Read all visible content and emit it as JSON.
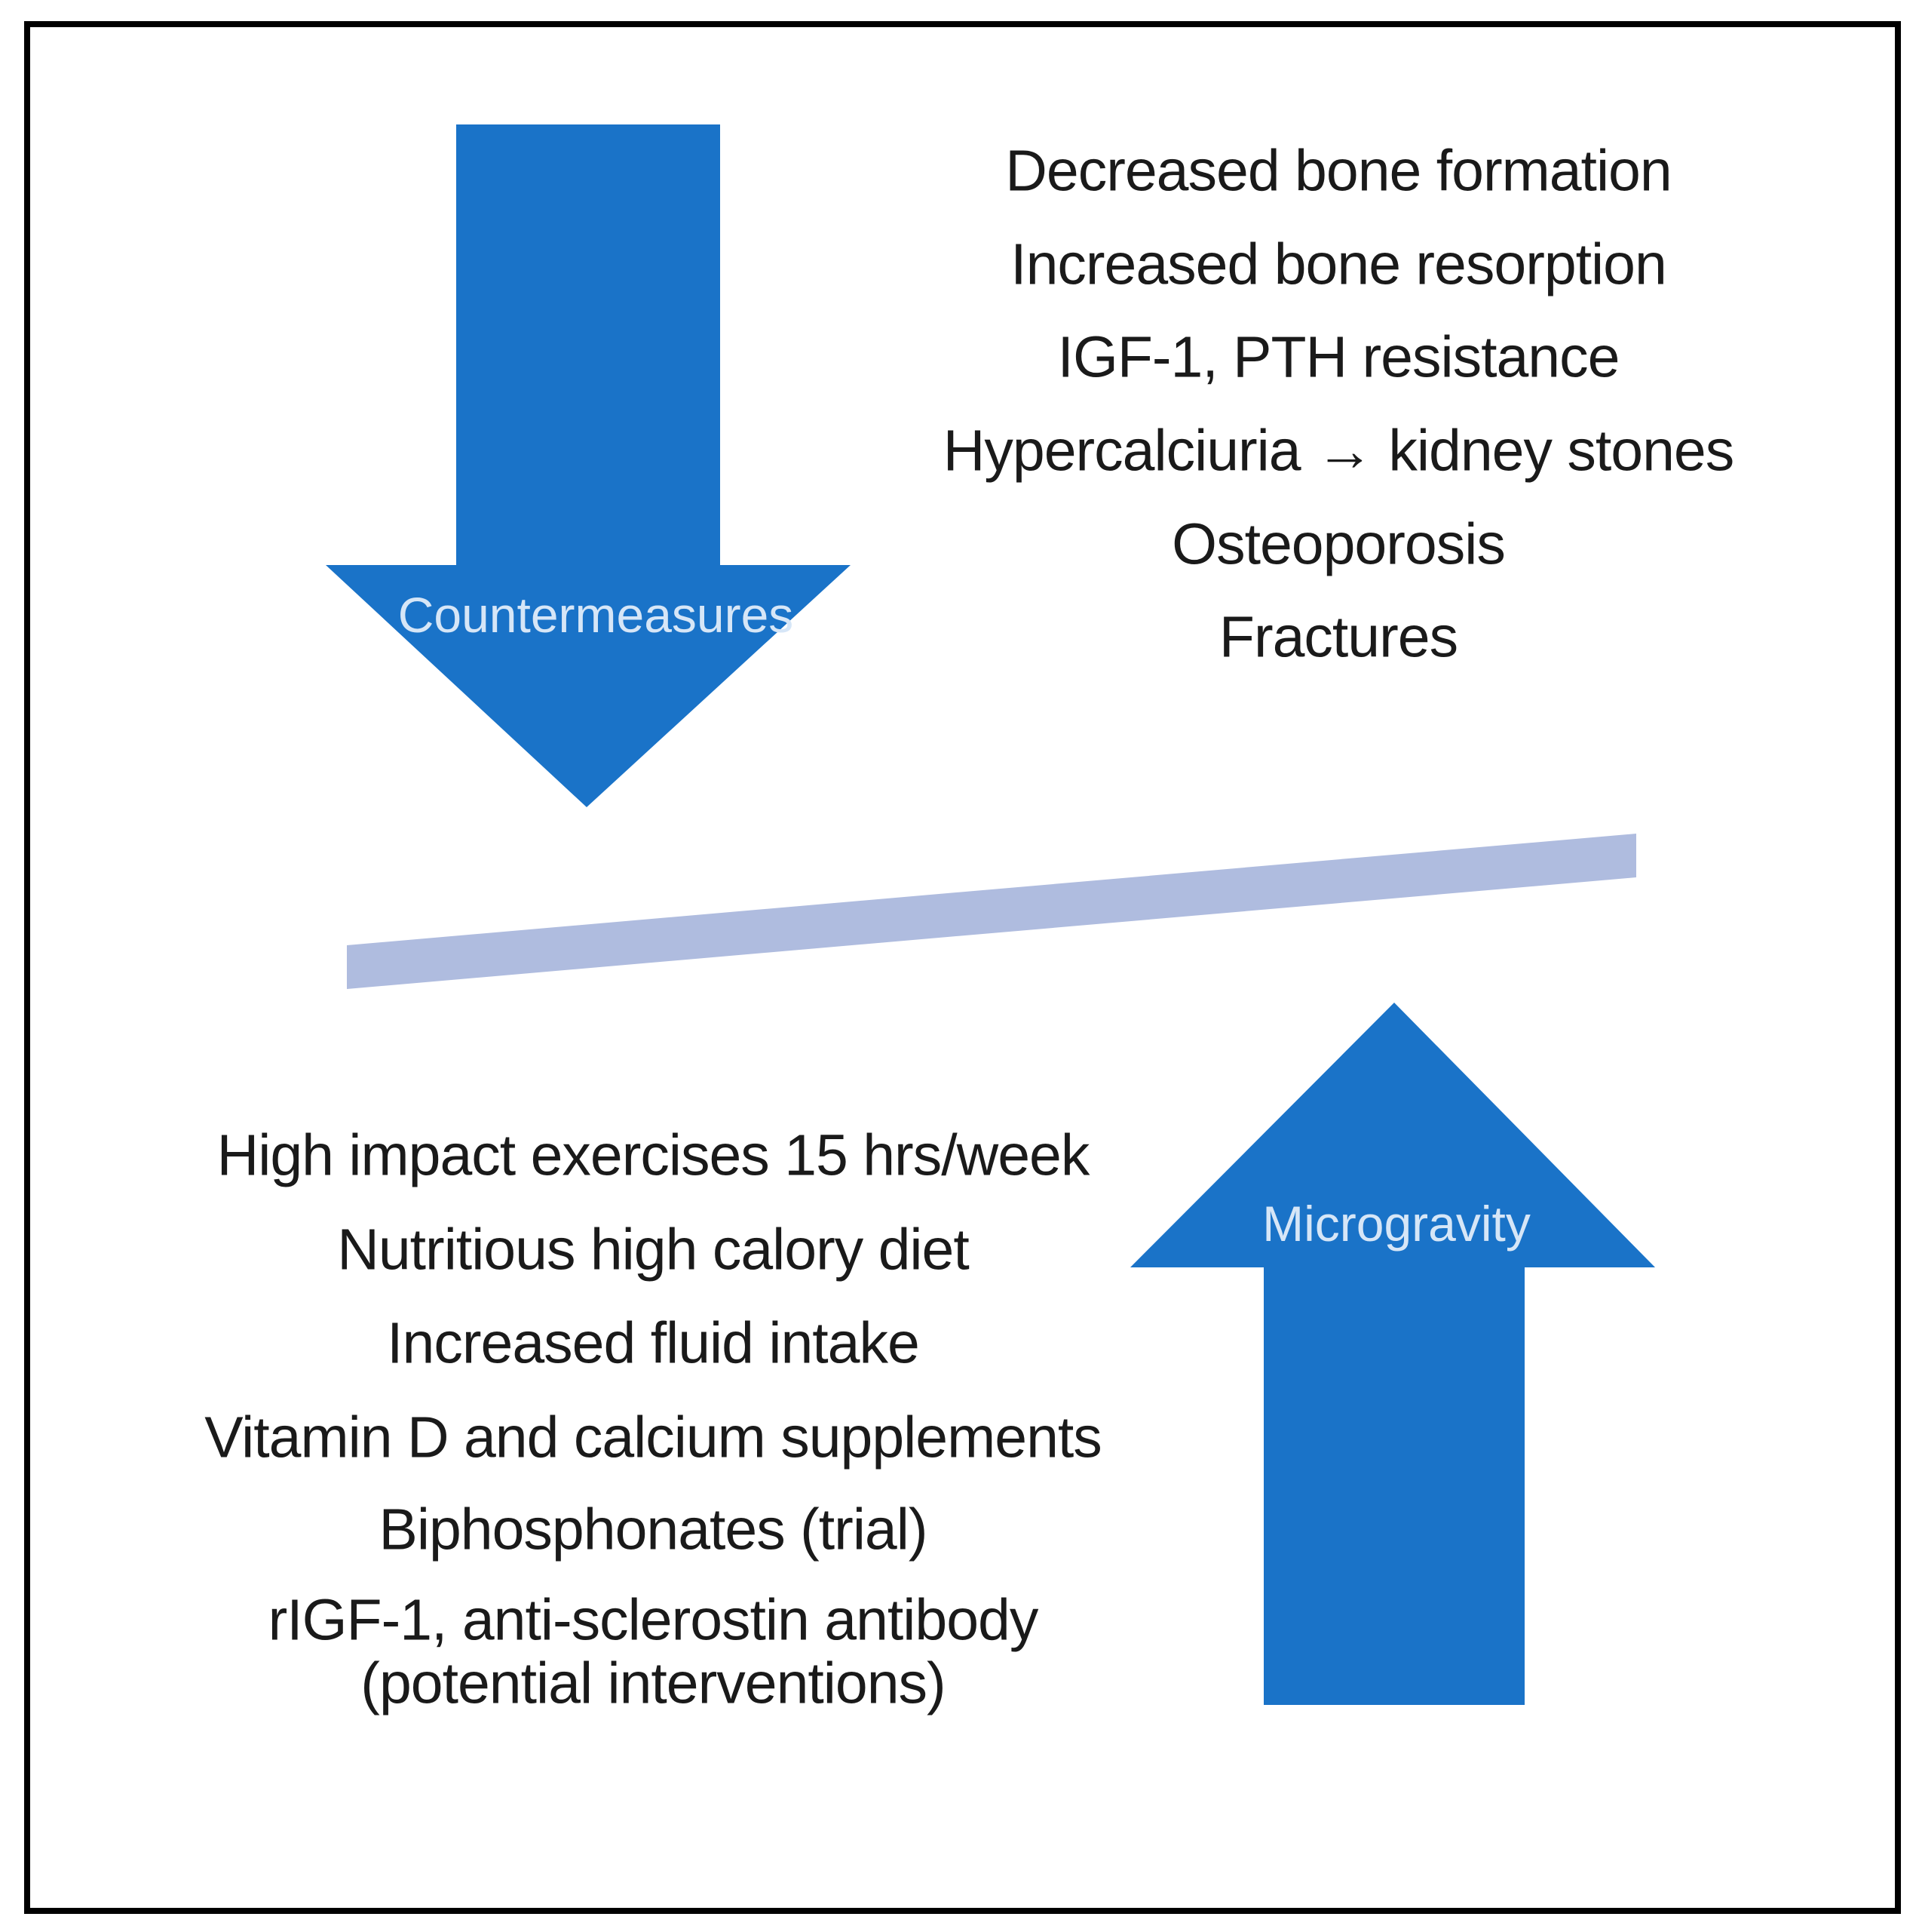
{
  "colors": {
    "arrow_blue": "#1a73c8",
    "beam_blue_gray": "#afbcdf",
    "arrow_label_text": "#d6e6f7",
    "body_text": "#1a1a1a",
    "frame_border": "#000000"
  },
  "arrows": {
    "down_label": "Countermeasures",
    "up_label": "Microgravity"
  },
  "effects": {
    "lines": [
      "Decreased bone formation",
      "Increased bone resorption",
      "IGF-1, PTH resistance",
      "Hypercalciuria → kidney stones",
      "Osteoporosis",
      "Fractures"
    ]
  },
  "countermeasures": {
    "lines": [
      "High impact exercises 15 hrs/week",
      "Nutritious high calory diet",
      "Increased fluid intake",
      "Vitamin D and calcium supplements",
      "Biphosphonates (trial)",
      "rIGF-1, anti-sclerostin antibody",
      "(potential interventions)"
    ]
  }
}
